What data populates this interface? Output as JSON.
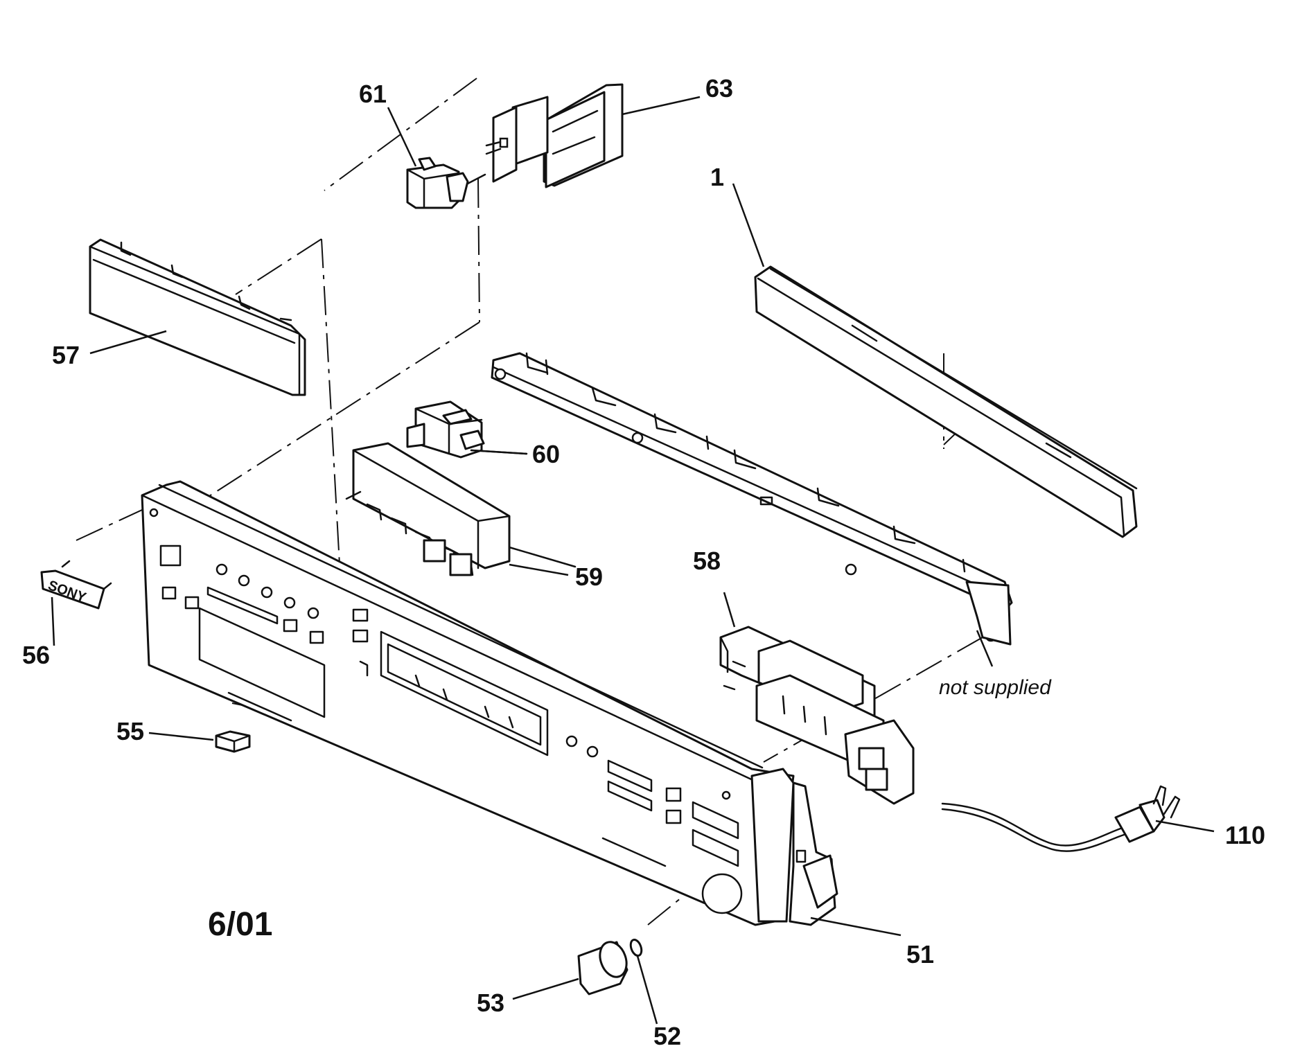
{
  "callouts": {
    "p1": "1",
    "p51": "51",
    "p52": "52",
    "p53": "53",
    "p55": "55",
    "p56": "56",
    "p57": "57",
    "p58": "58",
    "p59": "59",
    "p60": "60",
    "p61": "61",
    "p63": "63",
    "p110": "110"
  },
  "note": "not supplied",
  "date_code": "6/01",
  "emblem_text": "SONY",
  "colors": {
    "line": "#111111",
    "background": "#ffffff"
  }
}
